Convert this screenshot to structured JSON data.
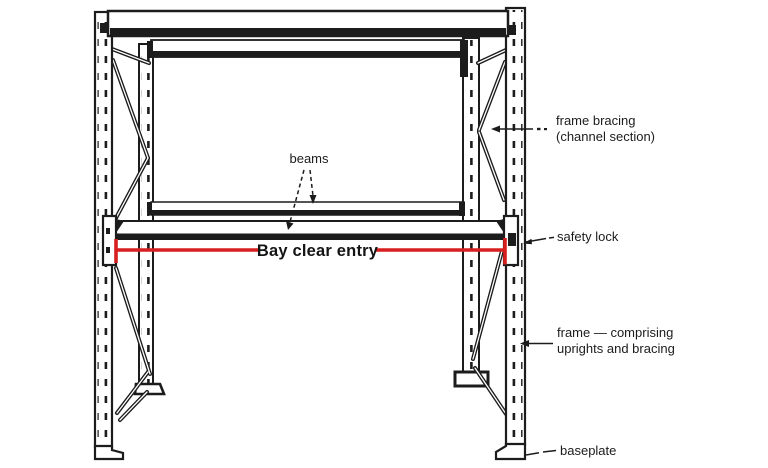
{
  "page": {
    "type": "technical line illustration",
    "subject": "Pallet racking bay: two upright frames with beams, bracing, safety lock and baseplates",
    "background": "#ffffff"
  },
  "colors": {
    "ink": "#1c1c1c",
    "highlight_red": "#d81f1f"
  },
  "labels": {
    "beams": "beams",
    "frame_bracing": {
      "line1": "frame bracing",
      "line2": "(channel section)"
    },
    "safety_lock": "safety lock",
    "bay_clear_entry": "Bay clear entry",
    "frame": {
      "line1": "frame — comprising",
      "line2": "uprights and bracing"
    },
    "baseplate": "baseplate"
  }
}
